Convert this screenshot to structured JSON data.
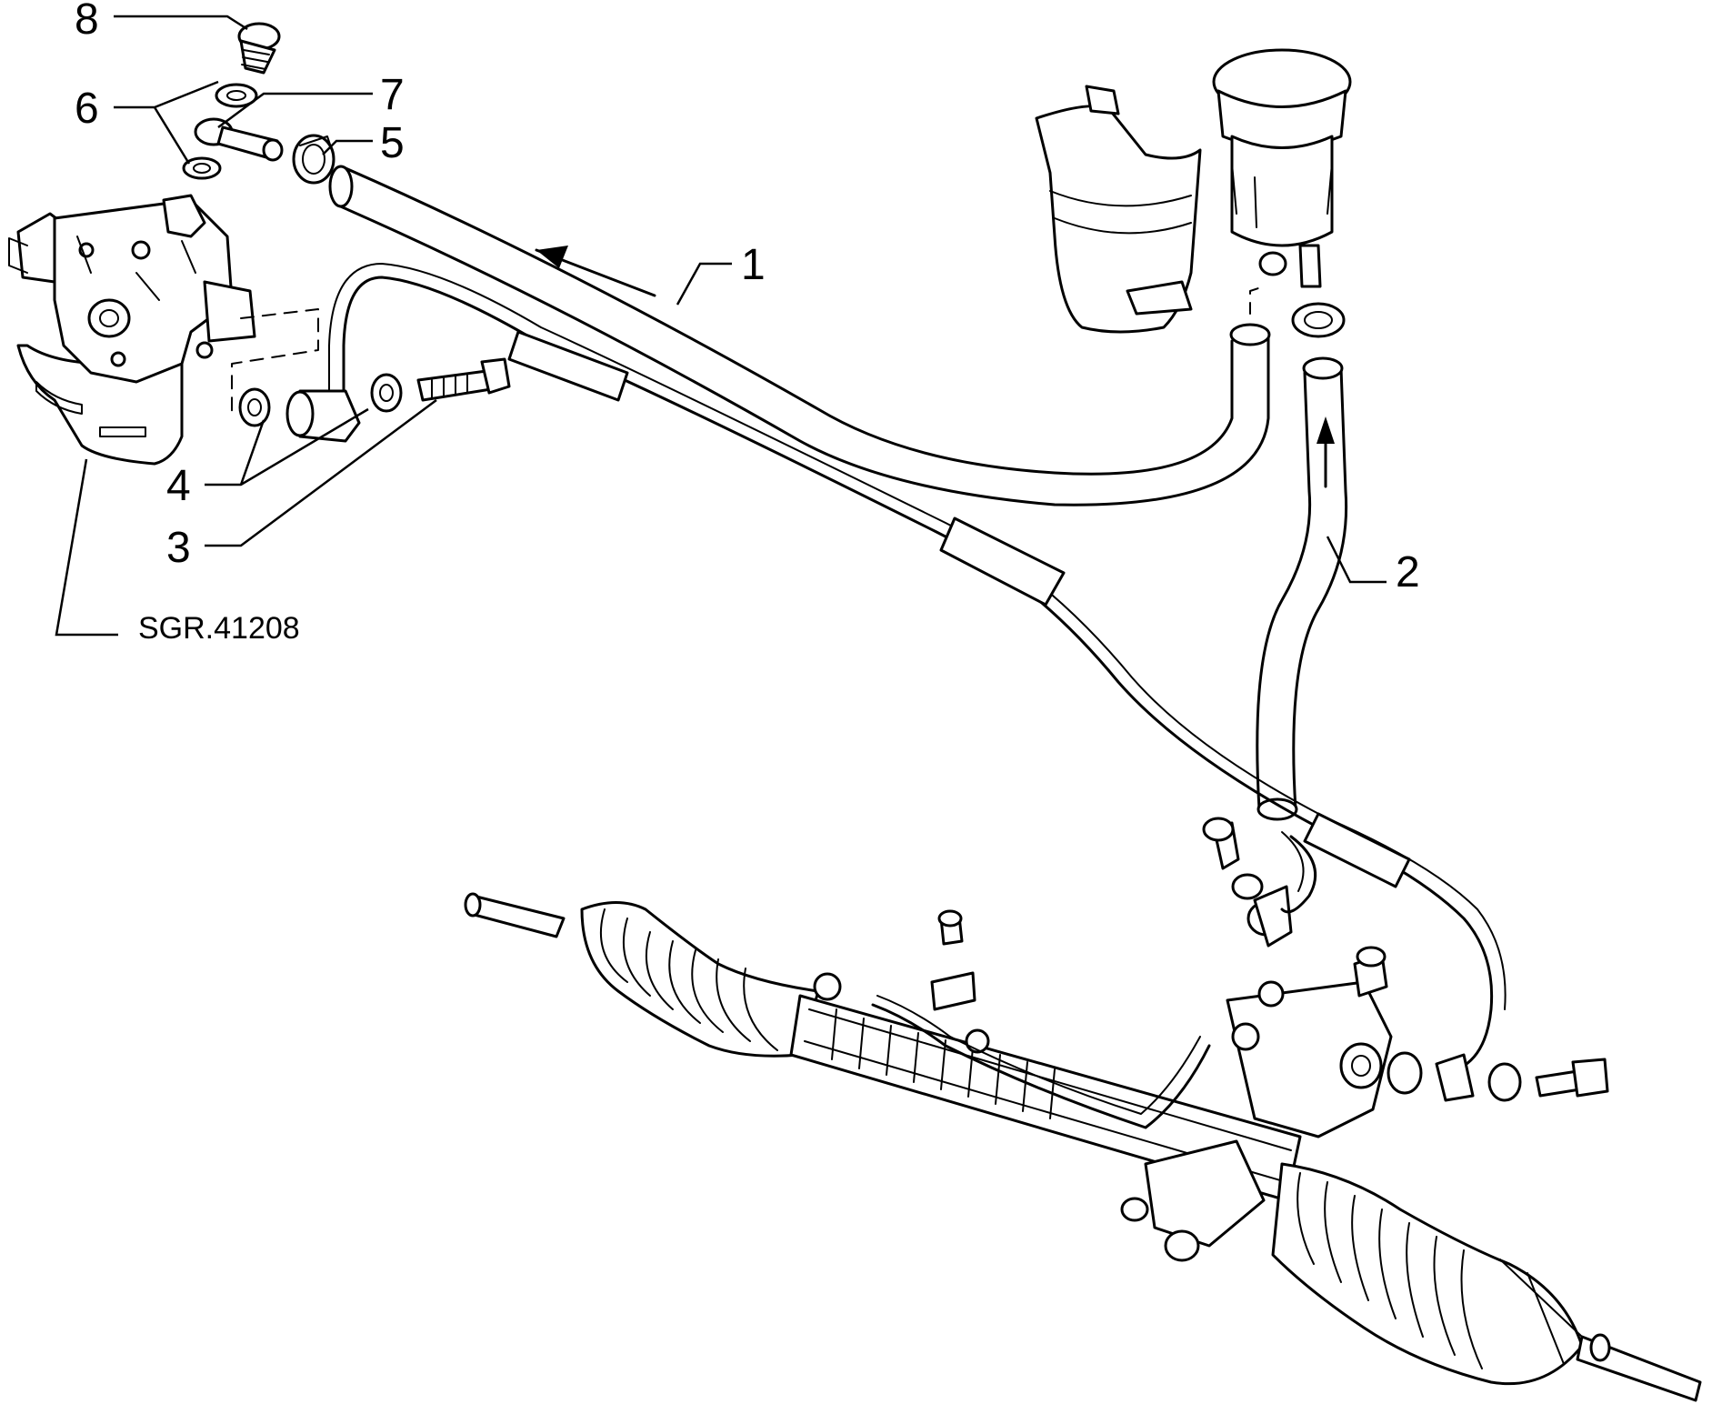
{
  "diagram": {
    "reference_code": "SGR.41208",
    "callouts": [
      {
        "id": "1",
        "label": "1"
      },
      {
        "id": "2",
        "label": "2"
      },
      {
        "id": "3",
        "label": "3"
      },
      {
        "id": "4",
        "label": "4"
      },
      {
        "id": "5",
        "label": "5"
      },
      {
        "id": "6",
        "label": "6"
      },
      {
        "id": "7",
        "label": "7"
      },
      {
        "id": "8",
        "label": "8"
      }
    ]
  }
}
